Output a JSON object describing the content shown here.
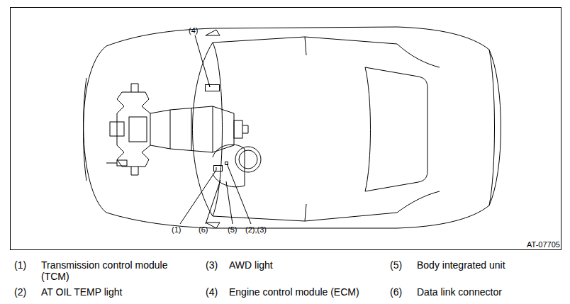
{
  "diagram": {
    "labels": [
      "(4)",
      "(1)",
      "(6)",
      "(5)",
      "(2),(3)",
      "AT-07705",
      "(1)",
      "Transmission control module (TCM)",
      "(2)",
      "AT OIL TEMP light",
      "(3)",
      "AWD light",
      "(4)",
      "Engine control module (ECM)",
      "(5)",
      "Body integrated unit",
      "(6)",
      "Data link connector"
    ]
  }
}
